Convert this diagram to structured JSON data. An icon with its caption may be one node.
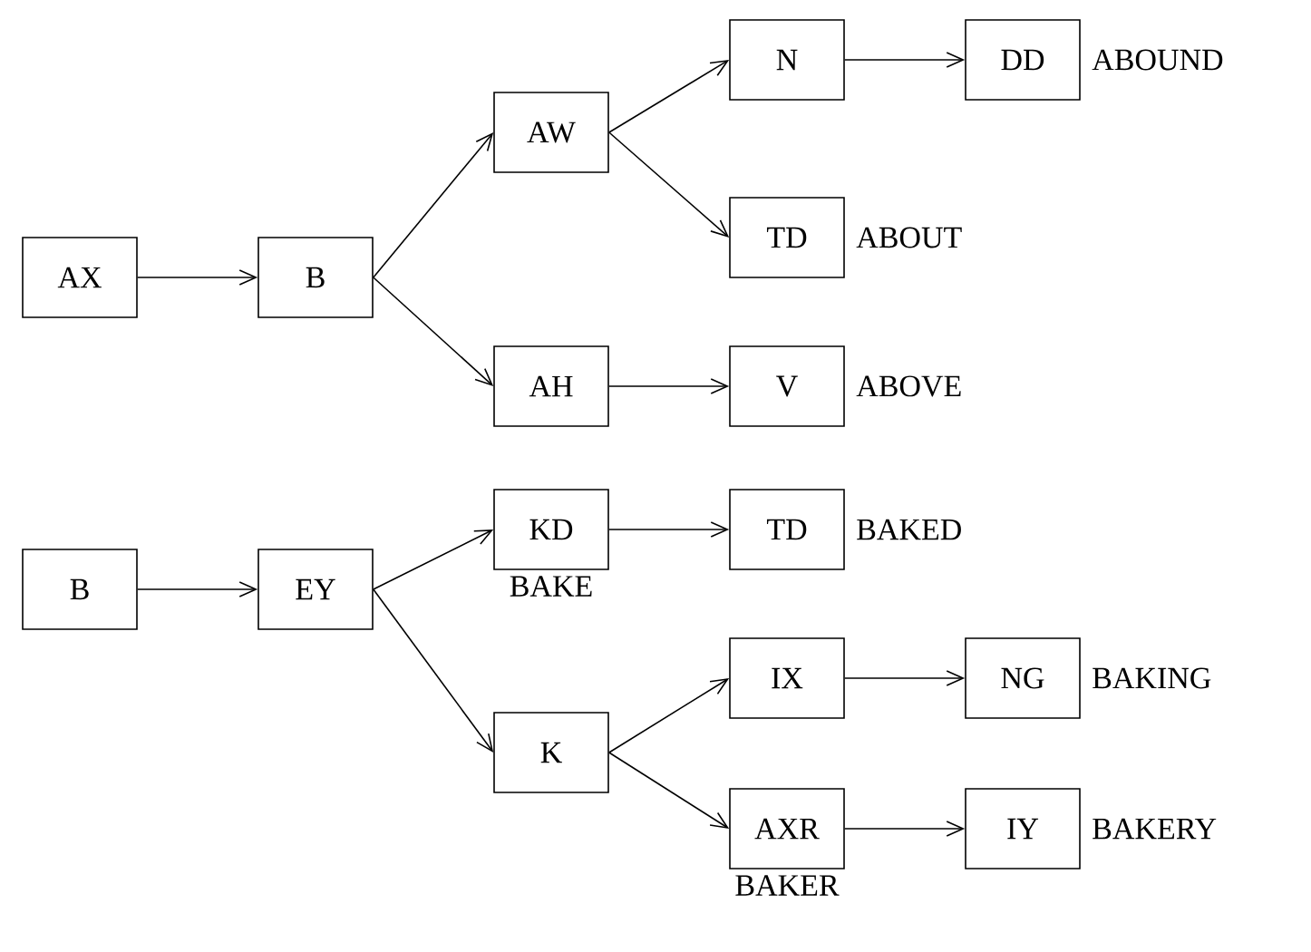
{
  "diagram": {
    "nodes": [
      {
        "text": [
          "AX"
        ]
      },
      {
        "text": [
          "B"
        ]
      },
      {
        "text": [
          "AW"
        ]
      },
      {
        "text": [
          "AH"
        ]
      },
      {
        "text": [
          "N"
        ]
      },
      {
        "text": [
          "TD"
        ],
        "beside": [
          "ABOUT"
        ]
      },
      {
        "text": [
          "V"
        ],
        "beside": [
          "ABOVE"
        ]
      },
      {
        "text": [
          "DD"
        ],
        "beside": [
          "ABOUND"
        ]
      },
      {
        "text": [
          "B"
        ]
      },
      {
        "text": [
          "EY"
        ]
      },
      {
        "text": [
          "KD"
        ],
        "beside": [
          "BAKE"
        ]
      },
      {
        "text": [
          "TD"
        ],
        "beside": [
          "BAKED"
        ]
      },
      {
        "text": [
          "K"
        ]
      },
      {
        "text": [
          "IX"
        ]
      },
      {
        "text": [
          "NG"
        ],
        "beside": [
          "BAKING"
        ]
      },
      {
        "text": [
          "AXR"
        ],
        "beside": [
          "BAKER"
        ]
      },
      {
        "text": [
          "IY"
        ],
        "beside": [
          "BAKERY"
        ]
      }
    ],
    "edges": [
      {
        "from": 0,
        "to": 1,
        "arrow": "to"
      },
      {
        "from": 1,
        "to": 2,
        "arrow": "to"
      },
      {
        "from": 1,
        "to": 3,
        "arrow": "to"
      },
      {
        "from": 2,
        "to": 4,
        "arrow": "to"
      },
      {
        "from": 2,
        "to": 5,
        "arrow": "to"
      },
      {
        "from": 3,
        "to": 6,
        "arrow": "to"
      },
      {
        "from": 4,
        "to": 7,
        "arrow": "to"
      },
      {
        "from": 8,
        "to": 9,
        "arrow": "to"
      },
      {
        "from": 9,
        "to": 10,
        "arrow": "to"
      },
      {
        "from": 10,
        "to": 11,
        "arrow": "to"
      },
      {
        "from": 9,
        "to": 12,
        "arrow": "to"
      },
      {
        "from": 12,
        "to": 13,
        "arrow": "to"
      },
      {
        "from": 13,
        "to": 14,
        "arrow": "to"
      },
      {
        "from": 12,
        "to": 15,
        "arrow": "to"
      },
      {
        "from": 15,
        "to": 16,
        "arrow": "to"
      }
    ]
  }
}
